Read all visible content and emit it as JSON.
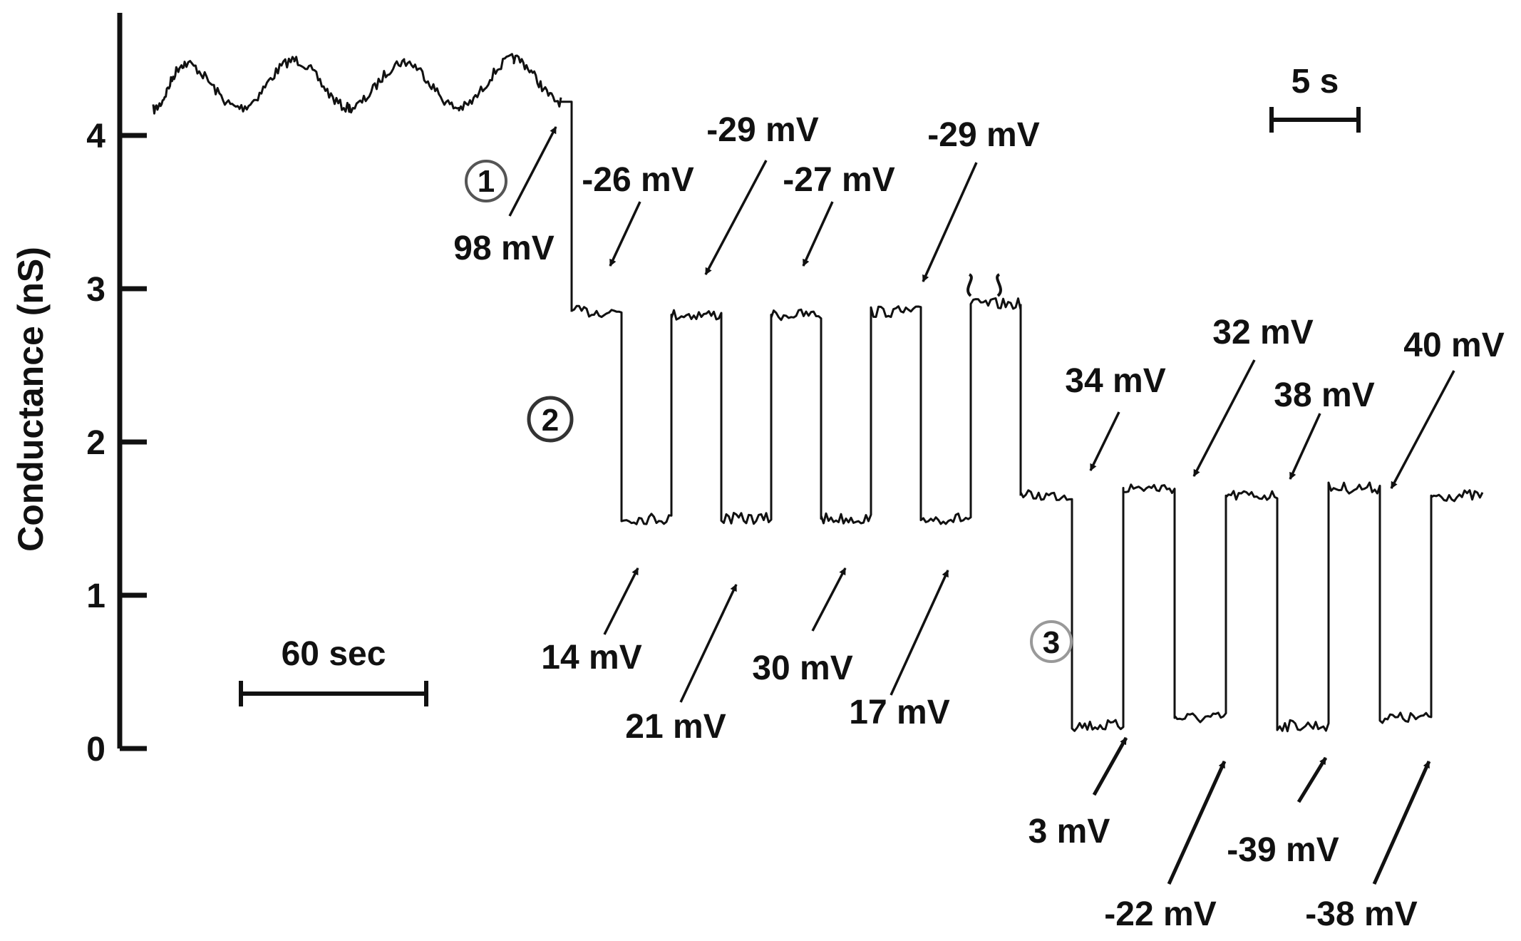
{
  "chart_data": {
    "type": "line",
    "title": "",
    "xlabel": "",
    "ylabel": "Conductance (nS)",
    "ylim": [
      0,
      4.75
    ],
    "y_ticks": [
      "0",
      "1",
      "2",
      "3",
      "4"
    ],
    "grid": false,
    "legend": "none",
    "scale_bars": [
      {
        "label": "60 sec"
      },
      {
        "label": "5 s"
      }
    ],
    "phase_markers": [
      {
        "label": "1"
      },
      {
        "label": "2"
      },
      {
        "label": "3"
      }
    ],
    "series": [
      {
        "segment": 1,
        "points": [
          [
            0,
            4.17
          ],
          [
            8,
            4.47
          ],
          [
            22,
            4.18
          ],
          [
            36,
            4.49
          ],
          [
            50,
            4.18
          ],
          [
            64,
            4.48
          ],
          [
            78,
            4.18
          ],
          [
            92,
            4.5
          ],
          [
            104,
            4.22
          ]
        ]
      },
      {
        "segment": 2,
        "levels_high": [
          2.85,
          2.83,
          2.83,
          2.85,
          2.9
        ],
        "levels_low": [
          1.5,
          1.5,
          1.5,
          1.5
        ],
        "transitions": [
          {
            "to": "low",
            "label": "-26 mV"
          },
          {
            "to": "high",
            "label": "14 mV"
          },
          {
            "to": "low",
            "label": "-29 mV"
          },
          {
            "to": "high",
            "label": "21 mV"
          },
          {
            "to": "low",
            "label": "-27 mV"
          },
          {
            "to": "high",
            "label": "30 mV"
          },
          {
            "to": "low",
            "label": "-29 mV"
          },
          {
            "to": "high",
            "label": "17 mV"
          }
        ]
      },
      {
        "segment": 3,
        "levels_high": [
          1.65,
          1.7,
          1.65,
          1.7,
          1.65
        ],
        "levels_low": [
          0.15,
          0.2,
          0.15,
          0.2
        ],
        "transitions": [
          {
            "to": "low",
            "label": "34 mV"
          },
          {
            "to": "high",
            "label": "3 mV"
          },
          {
            "to": "low",
            "label": "32 mV"
          },
          {
            "to": "high",
            "label": "-22 mV"
          },
          {
            "to": "low",
            "label": "38 mV"
          },
          {
            "to": "high",
            "label": "-39 mV"
          },
          {
            "to": "low",
            "label": "40 mV"
          },
          {
            "to": "high",
            "label": "-38 mV"
          }
        ]
      }
    ],
    "annotations": [
      {
        "text": "98 mV"
      },
      {
        "text": "-26 mV"
      },
      {
        "text": "-29 mV"
      },
      {
        "text": "-27 mV"
      },
      {
        "text": "-29 mV"
      },
      {
        "text": "14 mV"
      },
      {
        "text": "21 mV"
      },
      {
        "text": "30 mV"
      },
      {
        "text": "17 mV"
      },
      {
        "text": "34 mV"
      },
      {
        "text": "32 mV"
      },
      {
        "text": "38 mV"
      },
      {
        "text": "40 mV"
      },
      {
        "text": "3 mV"
      },
      {
        "text": "-22 mV"
      },
      {
        "text": "-39 mV"
      },
      {
        "text": "-38 mV"
      }
    ],
    "colors": {
      "trace": "#111111",
      "marker_1": "#555555",
      "marker_2": "#333333",
      "marker_3": "#999999"
    }
  }
}
